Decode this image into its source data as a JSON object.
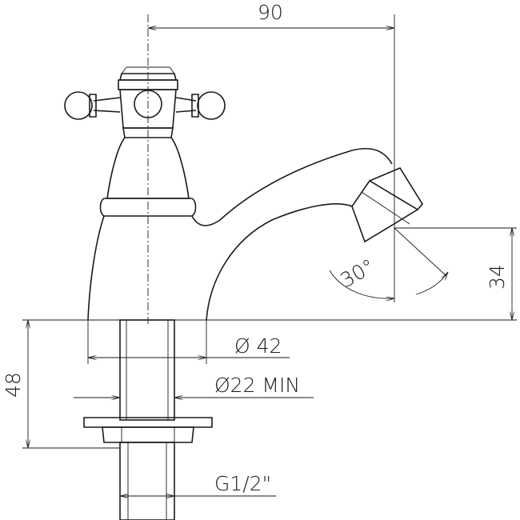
{
  "drawing": {
    "dimensions": {
      "width_top": "90",
      "angle": "30°",
      "spout_height": "34",
      "base_diameter": "Ø 42",
      "hole_diameter": "Ø22 MIN",
      "shank_length": "48",
      "thread": "G1/2\""
    },
    "line_color": "#1a1a1a"
  }
}
